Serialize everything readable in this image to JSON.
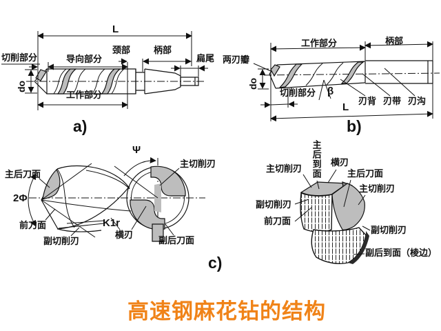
{
  "title": {
    "text": "高速钢麻花钻的结构",
    "color": "#F08318"
  },
  "captions": {
    "a": "a)",
    "b": "b)",
    "c": "c)"
  },
  "diagram_a": {
    "labels": {
      "length": "L",
      "cutting_part": "切削部分",
      "guide_part": "导向部分",
      "neck": "颈部",
      "shank": "柄部",
      "tang": "扁尾",
      "diameter": "do",
      "working_part": "工作部分"
    }
  },
  "diagram_b": {
    "labels": {
      "working_part": "工作部分",
      "shank": "柄部",
      "two_flutes": "两刃瓣",
      "diameter": "do",
      "cutting_part": "切削部分",
      "helix_angle": "β",
      "edge_back": "刃背",
      "margin": "刃带",
      "flute_groove": "刃沟",
      "length": "L"
    }
  },
  "diagram_c": {
    "labels": {
      "main_flank": "主后刀面",
      "point_angle": "2Φ",
      "rake_face": "前刀面",
      "minor_cutting_edge": "副切削刃",
      "corner_angle": "K1r",
      "chisel_edge": "横刃",
      "psi_angle": "Ψ",
      "main_cutting_edge": "主切削刃",
      "minor_flank": "副后刀面"
    }
  },
  "diagram_d": {
    "labels": {
      "main_cutting_edge_left": "主切削刃",
      "main_flank_top": "主后到面",
      "chisel_edge": "横刃",
      "main_flank": "主后刀面",
      "main_cutting_edge_right": "主切削刃",
      "minor_cutting_edge_left": "副切削刃",
      "rake_face": "前刀面",
      "minor_cutting_edge_right": "副切削刃",
      "minor_flank_land": "副后到面（棱边）"
    }
  }
}
